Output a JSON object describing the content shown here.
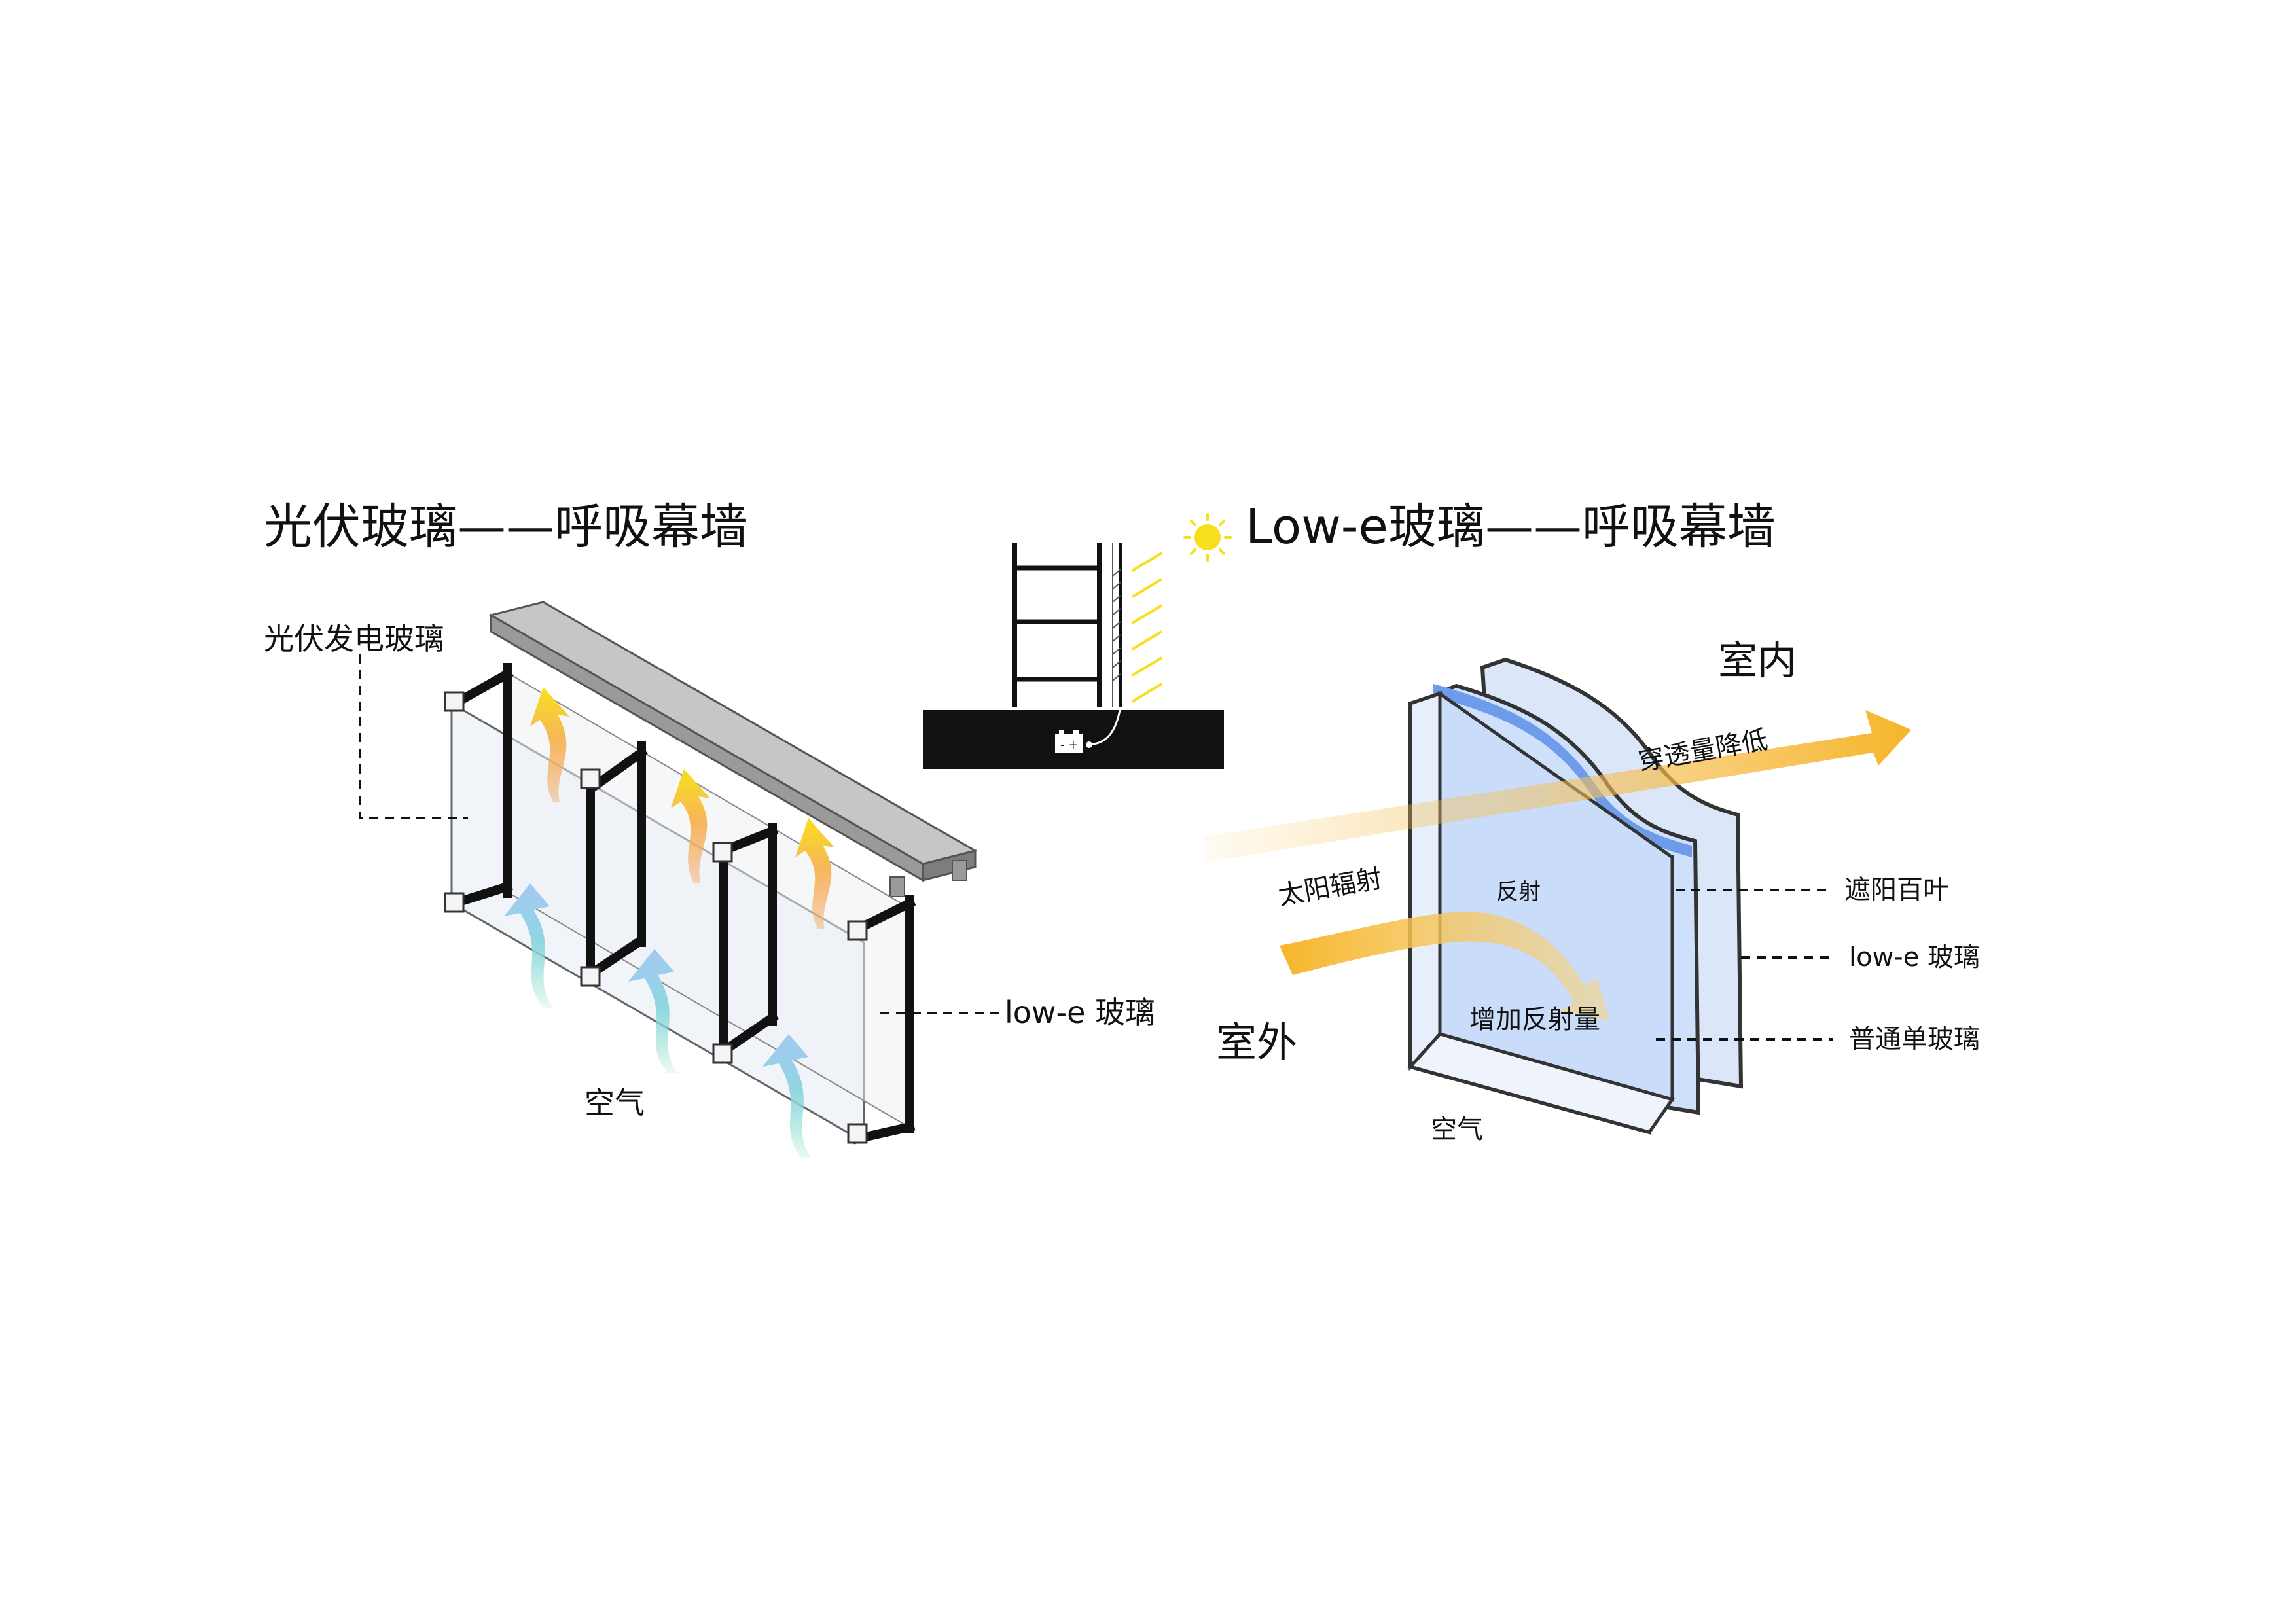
{
  "left_diagram": {
    "title": "光伏玻璃——呼吸幕墙",
    "label_pv_glass": "光伏发电玻璃",
    "label_lowe_glass": "low-e 玻璃",
    "label_air": "空气"
  },
  "center_diagram": {
    "battery_icon": "battery-icon",
    "plug_icon": "plug-icon"
  },
  "right_diagram": {
    "title": "Low-e玻璃——呼吸幕墙",
    "sun_icon": "sun-icon",
    "label_indoor": "室内",
    "label_outdoor": "室外",
    "label_transmission": "穿透量降低",
    "label_solar_radiation": "太阳辐射",
    "label_reflection": "反射",
    "label_increase_reflection": "增加反射量",
    "label_shading_louver": "遮阳百叶",
    "label_lowe_glass": "low-e 玻璃",
    "label_single_glass": "普通单玻璃",
    "label_air": "空气"
  },
  "colors": {
    "frame": "#111111",
    "roof_panel": "#c4c4c4",
    "glass": "#e3ecf7",
    "air_arrow": "#9ecfee",
    "air_arrow_bottom": "#7fdcc4",
    "warm_arrow": "#f5a25d",
    "sun": "#f7e01b",
    "orange_band": "#f6b52a",
    "lowe_coating": "#6e9bea",
    "glass_blue": "#cfe0fb"
  }
}
